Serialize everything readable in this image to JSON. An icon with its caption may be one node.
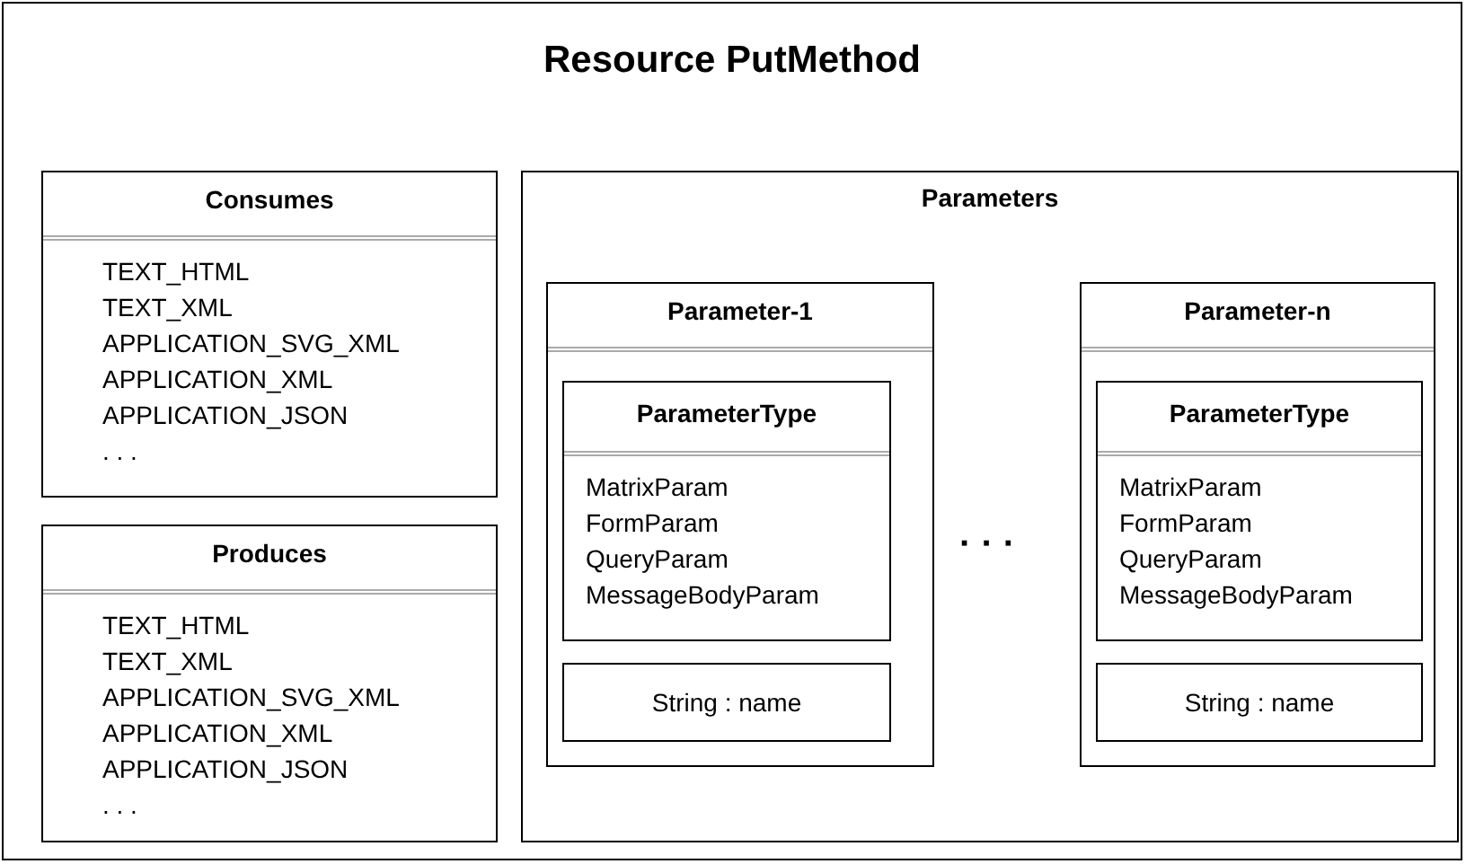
{
  "diagram": {
    "nodes": [
      {
        "text": [
          "Resource PutMethod"
        ]
      },
      {
        "text": [
          "Consumes",
          "TEXT_HTML",
          "TEXT_XML",
          "APPLICATION_SVG_XML",
          "APPLICATION_XML",
          "APPLICATION_JSON",
          ". . ."
        ],
        "in": 0
      },
      {
        "text": [
          "Produces",
          "TEXT_HTML",
          "TEXT_XML",
          "APPLICATION_SVG_XML",
          "APPLICATION_XML",
          "APPLICATION_JSON",
          ". . ."
        ],
        "in": 0
      },
      {
        "text": [
          "Parameters"
        ],
        "in": 0
      },
      {
        "text": [
          "Parameter-1"
        ],
        "in": 3
      },
      {
        "text": [
          "ParameterType",
          "MatrixParam",
          "FormParam",
          "QueryParam",
          "MessageBodyParam"
        ],
        "in": 4
      },
      {
        "text": [
          "String : name"
        ],
        "in": 4
      },
      {
        "text": [
          "Parameter-n"
        ],
        "in": 3
      },
      {
        "text": [
          "ParameterType",
          "MatrixParam",
          "FormParam",
          "QueryParam",
          "MessageBodyParam"
        ],
        "in": 7
      },
      {
        "text": [
          "String : name"
        ],
        "in": 7
      }
    ],
    "labels": [
      "· · ·"
    ]
  }
}
